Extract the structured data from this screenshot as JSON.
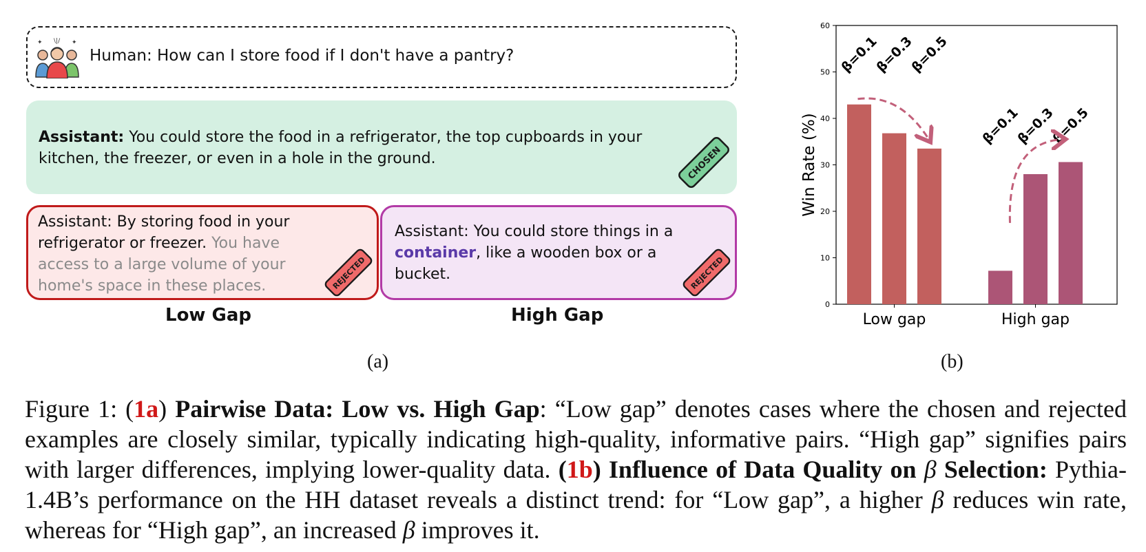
{
  "panel_a": {
    "human_text": "Human: How can I store food if I don't have a pantry?",
    "chosen": {
      "speaker": "Assistant:",
      "text": " You could store the food in a refrigerator, the top cupboards in your kitchen, the freezer, or even in a hole in the ground.",
      "stamp": "CHOSEN"
    },
    "low_gap_rejected": {
      "text_main": "Assistant: By storing food in your refrigerator or freezer. ",
      "text_muted": "You have access to a large volume of your home's space in these places.",
      "stamp": "REJECTED"
    },
    "high_gap_rejected": {
      "text_before": "Assistant: You could store things in a ",
      "highlight": "container",
      "text_after": ", like a wooden box or a bucket.",
      "stamp": "REJECTED"
    },
    "low_gap_label": "Low Gap",
    "high_gap_label": "High Gap",
    "sub_label": "(a)"
  },
  "panel_b": {
    "sub_label": "(b)"
  },
  "chart_data": {
    "type": "bar",
    "categories": [
      "Low gap",
      "High gap"
    ],
    "series": [
      {
        "name": "β=0.1",
        "values": [
          43,
          7.2
        ]
      },
      {
        "name": "β=0.3",
        "values": [
          36.8,
          28
        ]
      },
      {
        "name": "β=0.5",
        "values": [
          33.5,
          30.6
        ]
      }
    ],
    "bar_labels": [
      "β=0.1",
      "β=0.3",
      "β=0.5"
    ],
    "ylabel": "Win Rate (%)",
    "ylim": [
      0,
      60
    ],
    "yticks": [
      0,
      10,
      20,
      30,
      40,
      50,
      60
    ],
    "colors": {
      "Low gap": "#c2605e",
      "High gap": "#ac5576"
    },
    "arrow_color": "#c2607a"
  },
  "caption": {
    "fig": "Figure 1: (",
    "ref1": "1a",
    "t1": ") ",
    "b1": "Pairwise Data: Low vs. High Gap",
    "t2": ": “Low gap” denotes cases where the chosen and rejected examples are closely similar, typically indicating high-quality, informative pairs. “High gap” signifies pairs with larger differences, implying lower-quality data. ",
    "t3": "(",
    "ref2": "1b",
    "t4": ") ",
    "b2a": "Influence of Data Quality on ",
    "beta": "β",
    "b2b": " Selection:",
    "t5": " Pythia-1.4B’s performance on the HH dataset reveals a distinct trend: for “Low gap”, a higher ",
    "t6": " reduces win rate, whereas for “High gap”, an increased ",
    "t7": " improves it."
  }
}
